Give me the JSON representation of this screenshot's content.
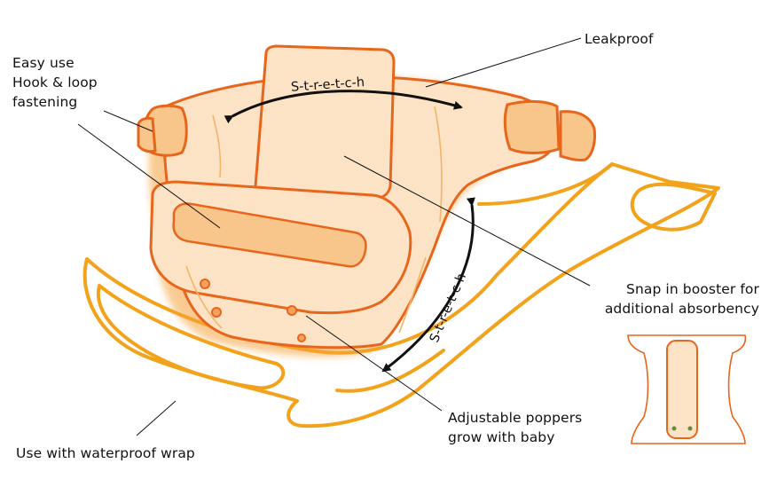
{
  "callouts": {
    "leakproof": "Leakproof",
    "fastening": "Easy use\nHook & loop\nfastening",
    "booster": "Snap in booster for\nadditional absorbency",
    "poppers": "Adjustable poppers\ngrow with baby",
    "wrap": "Use with waterproof wrap"
  },
  "stretch_labels": {
    "horizontal": "S-t-r-e-t-c-h",
    "diagonal": "S-t-r-e-t-c-h"
  },
  "colors": {
    "outline": "#e8651c",
    "fill": "#fde3c5",
    "tab": "#f8c58a",
    "wrap": "#f3a21b",
    "text": "#111111"
  }
}
